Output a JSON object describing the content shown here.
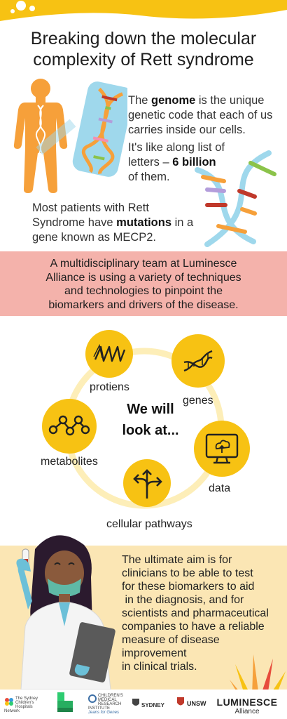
{
  "header": {
    "title_line1": "Breaking down the molecular",
    "title_line2": "complexity of Rett syndrome"
  },
  "intro": {
    "p1_prefix": "The ",
    "p1_bold": "genome",
    "p1_rest": " is the unique genetic code that each of us carries inside our cells.",
    "p2_prefix": "It's  like along list of letters – ",
    "p2_bold": "6 billion",
    "p2_rest": " of them.",
    "p3_prefix": "Most patients with Rett Syndrome have ",
    "p3_bold": "mutations",
    "p3_rest": " in a gene known as MECP2."
  },
  "banner": {
    "line1": "A multidisciplinary team at Luminesce",
    "line2": "Alliance is using a variety of techniques",
    "line3": "and technologies to pinpoint the",
    "line4": "biomarkers and drivers of the disease."
  },
  "cycle": {
    "center_line1": "We will",
    "center_line2": "look at...",
    "items": [
      {
        "label": "protiens",
        "icon": "protein-strand-icon"
      },
      {
        "label": "genes",
        "icon": "dna-icon"
      },
      {
        "label": "data",
        "icon": "computer-data-icon"
      },
      {
        "label": "cellular pathways",
        "icon": "pathway-arrows-icon"
      },
      {
        "label": "metabolites",
        "icon": "molecule-icon"
      }
    ]
  },
  "aim": {
    "lines": [
      "The ultimate aim is for",
      "clinicians to be able to test",
      "for these biomarkers to aid",
      " in the diagnosis, and for",
      "scientists and pharmaceutical",
      "companies to have a reliable",
      "measure of disease",
      "improvement",
      "in clinical trials."
    ]
  },
  "footer": {
    "logo1": "The Sydney Children's Hospitals Network",
    "logo3": "CHILDREN'S MEDICAL RESEARCH INSTITUTE",
    "logo3_tag": "Jeans for Genes",
    "logo4": "SYDNEY",
    "logo5": "UNSW",
    "brand": "LUMINESCE",
    "brand_sub": "Alliance"
  },
  "colors": {
    "accent_yellow": "#f7c213",
    "banner_pink": "#f4b2ab",
    "panel_cream": "#fbe6b4",
    "body_orange": "#f6a03a"
  }
}
